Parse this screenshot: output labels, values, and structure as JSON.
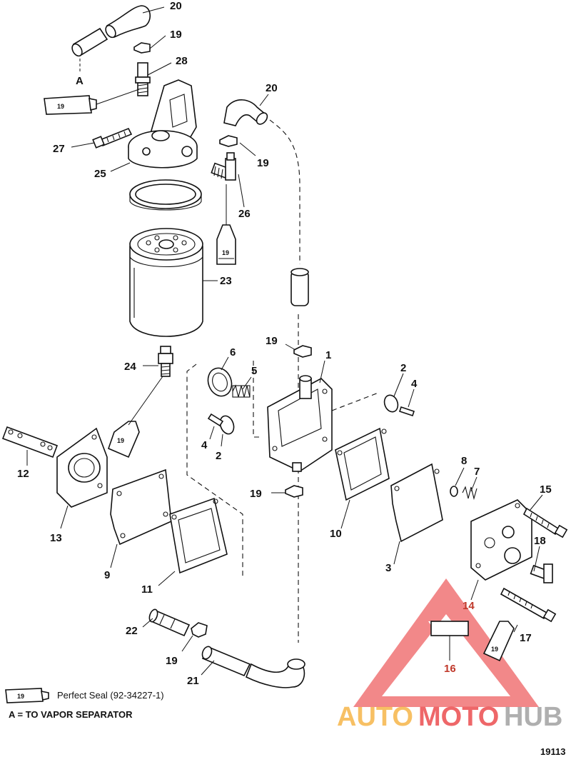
{
  "callouts": {
    "c1": "1",
    "c2a": "2",
    "c2b": "2",
    "c3": "3",
    "c4a": "4",
    "c4b": "4",
    "c5": "5",
    "c6": "6",
    "c7": "7",
    "c8": "8",
    "c9": "9",
    "c10": "10",
    "c11": "11",
    "c12": "12",
    "c13": "13",
    "c14": "14",
    "c15": "15",
    "c16": "16",
    "c17": "17",
    "c18": "18",
    "c19a": "19",
    "c19b": "19",
    "c19c": "19",
    "c19d": "19",
    "c19e": "19",
    "c20a": "20",
    "c20b": "20",
    "c21": "21",
    "c22": "22",
    "c23": "23",
    "c24": "24",
    "c25": "25",
    "c26": "26",
    "c27": "27",
    "c28": "28",
    "cA": "A"
  },
  "tube_label": "19",
  "legend": {
    "tube_label": "19",
    "sealant": "Perfect Seal (92-34227-1)",
    "vapor_note": "A = TO VAPOR SEPARATOR"
  },
  "figure_number": "19113",
  "watermark": {
    "part1": "AUTO",
    "part2": "MOTO",
    "part3": "HUB"
  },
  "colors": {
    "watermark_red": "#e8272a",
    "watermark_orange": "#f5a623",
    "watermark_gray": "#8e8e8e"
  }
}
